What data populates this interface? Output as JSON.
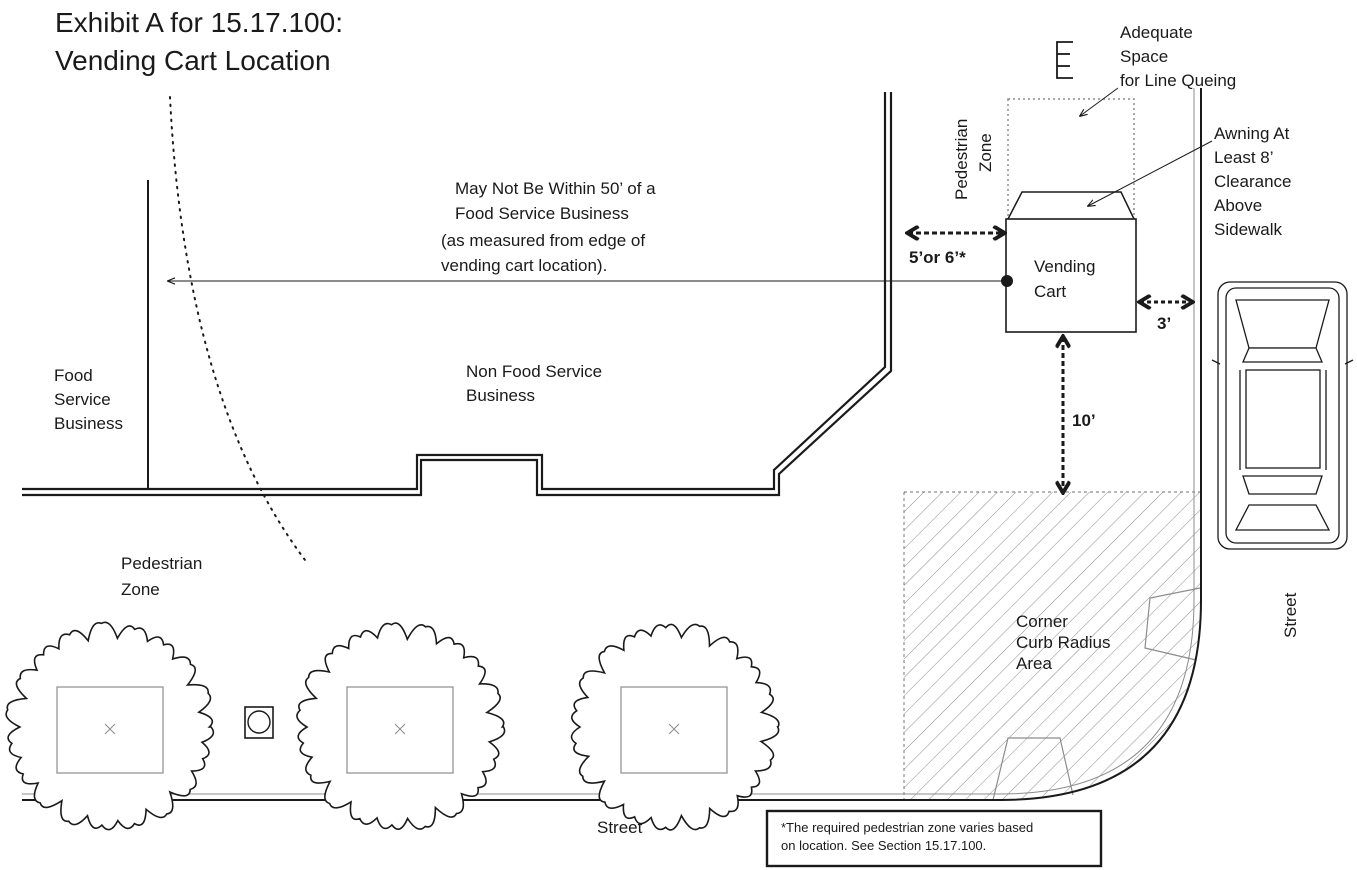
{
  "title": {
    "line1": "Exhibit A for 15.17.100:",
    "line2": "Vending Cart Location"
  },
  "labels": {
    "queue": [
      "Adequate",
      "Space",
      "for Line Queing"
    ],
    "awning": [
      "Awning At",
      "Least 8’",
      "Clearance",
      "Above",
      "Sidewalk"
    ],
    "pedestrian_zone_vertical": [
      "Pedestrian",
      "Zone"
    ],
    "rule_50ft": [
      "May Not Be Within 50’ of a",
      "Food Service Business",
      "(as measured from edge of",
      "vending cart location)."
    ],
    "vending_cart": [
      "Vending",
      "Cart"
    ],
    "food_service_business": [
      "Food",
      "Service",
      "Business"
    ],
    "non_food_service_business": [
      "Non Food Service",
      "Business"
    ],
    "pedestrian_zone_left": [
      "Pedestrian",
      "Zone"
    ],
    "corner_curb": [
      "Corner",
      "Curb Radius",
      "Area"
    ],
    "street_bottom": "Street",
    "street_right": "Street"
  },
  "dimensions": {
    "ped_zone_width": "5’or 6’*",
    "side_clearance": "3’",
    "front_clearance": "10’"
  },
  "footnote": [
    "*The required pedestrian zone varies based",
    "on location. See Section 15.17.100."
  ],
  "colors": {
    "ink": "#1a1a1a",
    "light": "#8c8c8c",
    "paper": "#ffffff"
  },
  "icons": [
    "tree-icon",
    "tree-icon",
    "tree-icon",
    "utility-box-icon",
    "car-icon",
    "queue-line-icon"
  ]
}
